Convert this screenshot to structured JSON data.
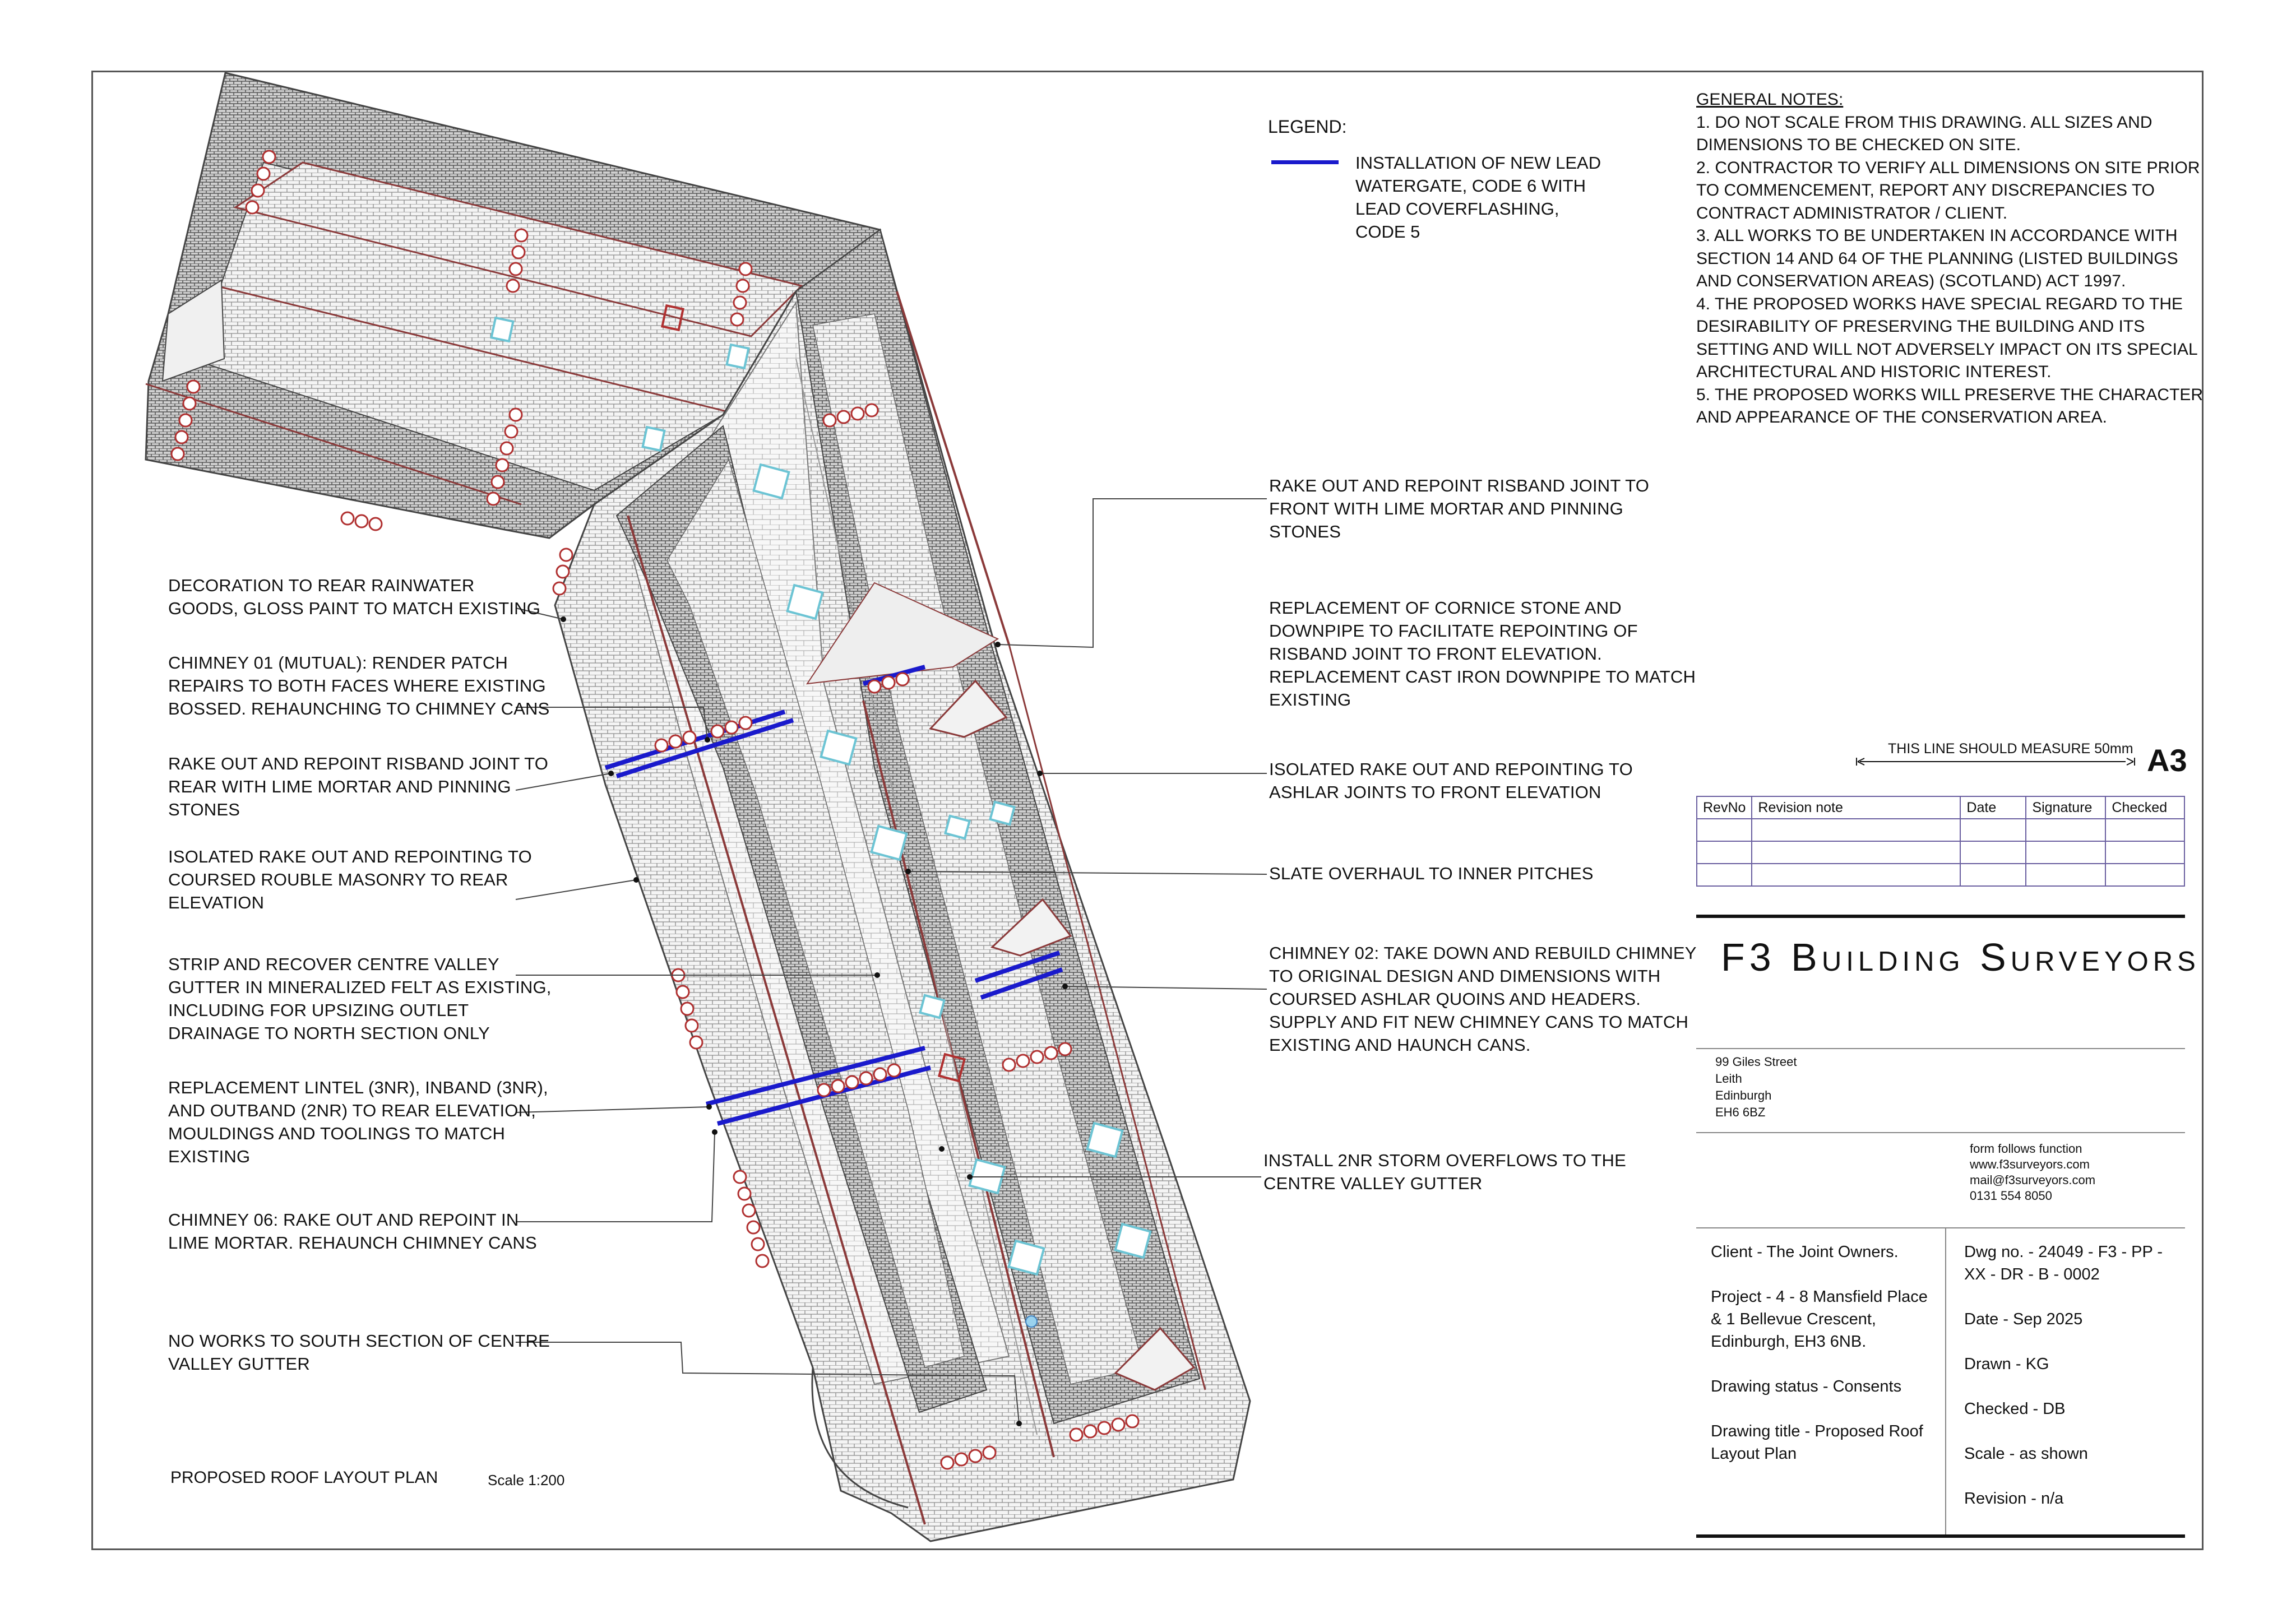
{
  "legend": {
    "title": "LEGEND:",
    "item_text": "INSTALLATION OF NEW LEAD WATERGATE, CODE 6 WITH LEAD COVERFLASHING, CODE 5",
    "item_color": "#1a1acc"
  },
  "general_notes": {
    "heading": "GENERAL NOTES:",
    "items": [
      "1. DO NOT SCALE FROM THIS DRAWING. ALL SIZES AND DIMENSIONS TO BE CHECKED ON SITE.",
      "2. CONTRACTOR TO VERIFY ALL DIMENSIONS ON SITE PRIOR TO COMMENCEMENT, REPORT ANY DISCREPANCIES TO CONTRACT ADMINISTRATOR  / CLIENT.",
      "3. ALL WORKS TO BE UNDERTAKEN IN ACCORDANCE WITH SECTION 14 AND 64 OF THE PLANNING (LISTED BUILDINGS AND CONSERVATION AREAS) (SCOTLAND) ACT 1997.",
      "4. THE PROPOSED WORKS HAVE SPECIAL REGARD TO THE DESIRABILITY OF PRESERVING THE BUILDING AND ITS SETTING AND WILL NOT ADVERSELY IMPACT ON ITS SPECIAL ARCHITECTURAL AND HISTORIC INTEREST.",
      "5. THE PROPOSED WORKS WILL PRESERVE THE CHARACTER AND APPEARANCE OF THE CONSERVATION AREA."
    ]
  },
  "annotations_left": [
    "DECORATION TO REAR RAINWATER\nGOODS, GLOSS PAINT TO MATCH EXISTING",
    "CHIMNEY 01 (MUTUAL): RENDER PATCH\nREPAIRS TO BOTH FACES WHERE EXISTING\nBOSSED. REHAUNCHING TO CHIMNEY CANS",
    "RAKE OUT AND REPOINT RISBAND JOINT TO\nREAR WITH LIME MORTAR AND PINNING\nSTONES",
    "ISOLATED RAKE OUT AND REPOINTING TO\nCOURSED ROUBLE MASONRY TO REAR\nELEVATION",
    "STRIP AND RECOVER CENTRE VALLEY\nGUTTER IN MINERALIZED FELT AS EXISTING,\nINCLUDING FOR UPSIZING OUTLET\nDRAINAGE TO NORTH SECTION ONLY",
    "REPLACEMENT LINTEL (3NR), INBAND (3NR),\nAND OUTBAND (2NR) TO REAR ELEVATION,\nMOULDINGS AND TOOLINGS TO MATCH\nEXISTING",
    "CHIMNEY 06: RAKE OUT AND REPOINT IN\nLIME MORTAR. REHAUNCH CHIMNEY CANS",
    "NO WORKS TO SOUTH SECTION OF CENTRE\nVALLEY GUTTER"
  ],
  "annotations_right": [
    "RAKE OUT AND REPOINT RISBAND JOINT TO\nFRONT WITH LIME MORTAR AND PINNING\nSTONES",
    "REPLACEMENT OF CORNICE STONE AND\nDOWNPIPE TO FACILITATE REPOINTING OF\nRISBAND JOINT TO FRONT ELEVATION.\nREPLACEMENT CAST IRON DOWNPIPE TO MATCH\nEXISTING",
    "ISOLATED RAKE OUT AND REPOINTING TO\nASHLAR JOINTS TO FRONT ELEVATION",
    "SLATE OVERHAUL TO INNER PITCHES",
    "CHIMNEY 02: TAKE DOWN AND REBUILD CHIMNEY\nTO ORIGINAL DESIGN AND DIMENSIONS WITH\nCOURSED ASHLAR QUOINS AND HEADERS.\nSUPPLY AND FIT NEW CHIMNEY CANS TO MATCH\nEXISTING AND HAUNCH CANS.",
    "INSTALL 2NR STORM OVERFLOWS TO THE\nCENTRE VALLEY GUTTER"
  ],
  "plan": {
    "title": "PROPOSED ROOF LAYOUT PLAN",
    "scale": "Scale 1:200"
  },
  "scale_check": {
    "note": "THIS LINE SHOULD MEASURE 50mm",
    "sheet": "A3"
  },
  "revision_table": {
    "headers": [
      "RevNo",
      "Revision note",
      "Date",
      "Signature",
      "Checked"
    ],
    "rows": [
      [
        "",
        "",
        "",
        "",
        ""
      ],
      [
        "",
        "",
        "",
        "",
        ""
      ],
      [
        "",
        "",
        "",
        "",
        ""
      ]
    ]
  },
  "title_block": {
    "firm": "F3 Building Surveyors",
    "address": [
      "99 Giles Street",
      "Leith",
      "Edinburgh",
      "EH6 6BZ"
    ],
    "contact": [
      "form follows function",
      "www.f3surveyors.com",
      "mail@f3surveyors.com",
      "0131 554 8050"
    ],
    "client": "Client - The Joint Owners.",
    "project": "Project - 4 - 8 Mansfield Place & 1 Bellevue Crescent, Edinburgh, EH3 6NB.",
    "status": "Drawing status - Consents",
    "drawing_title": "Drawing title - Proposed Roof Layout Plan",
    "dwg_no": "Dwg no. - 24049 - F3 - PP - XX - DR - B - 0002",
    "date": "Date - Sep 2025",
    "drawn": "Drawn - KG",
    "checked": "Checked - DB",
    "scale": "Scale - as shown",
    "revision": "Revision - n/a"
  },
  "colors": {
    "lead_flashing": "#1a1acc",
    "chimney_pot": "#b03030",
    "rooflight": "#6cc4d4",
    "slate_hatch": "#666666"
  }
}
